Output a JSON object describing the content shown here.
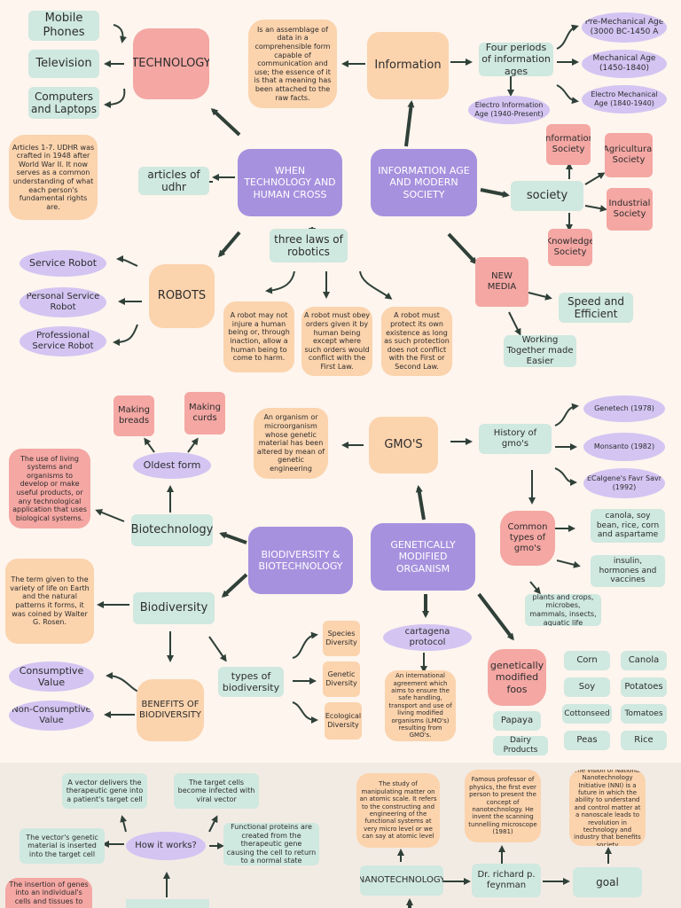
{
  "sections": {
    "technology_cross": {
      "center": "WHEN TECHNOLOGY AND HUMAN CROSS",
      "technology": {
        "label": "TECHNOLOGY",
        "items": [
          "Mobile Phones",
          "Television",
          "Computers and Laptops"
        ]
      },
      "udhr": {
        "label": "articles of udhr",
        "description": "Articles 1-7. UDHR was crafted in 1948 after World War II. It now serves as a common understanding of what each person's fundamental rights are."
      },
      "robotics_laws": {
        "label": "three laws of robotics",
        "laws": [
          "A robot may not injure a human being or, through inaction, allow a human being to come to harm.",
          "A robot must obey orders given it by human being except where such orders would conflict with the First Law.",
          "A robot must protect its own existence as long as such protection does not conflict with the First or Second Law."
        ]
      },
      "robots": {
        "label": "ROBOTS",
        "types": [
          "Service Robot",
          "Personal Service Robot",
          "Professional Service Robot"
        ]
      }
    },
    "information_age": {
      "center": "INFORMATION AGE AND MODERN SOCIETY",
      "information": {
        "label": "Information",
        "definition": "Is an assemblage of data in a comprehensible form capable of communication and use; the essence of it is that a meaning has been attached to the raw facts."
      },
      "periods": {
        "label": "Four periods of information ages",
        "items": [
          "Pre-Mechanical Age (3000 BC-1450 A",
          "Mechanical Age (1450-1840)",
          "Electro Mechanical Age (1840-1940)",
          "Electro Information Age (1940-Present)"
        ]
      },
      "society": {
        "label": "society",
        "items": [
          "Information Society",
          "Agricultural Society",
          "Industrial Society",
          "Knowledge Society"
        ]
      },
      "new_media": {
        "label": "NEW MEDIA",
        "items": [
          "Speed and Efficient",
          "Working Together made Easier"
        ]
      }
    },
    "biodiversity": {
      "center": "BIODIVERSITY & BIOTECHNOLOGY",
      "biotechnology": {
        "label": "Biotechnology",
        "definition": "The use of living systems and organisms to develop or make useful products, or any technological application that uses biological systems.",
        "oldest_form": "Oldest form",
        "examples": [
          "Making breads",
          "Making curds"
        ]
      },
      "biodiversity_node": {
        "label": "Biodiversity",
        "definition": "The term given to the variety of life on Earth and the natural patterns it forms, it was coined by Walter G. Rosen."
      },
      "benefits": {
        "label": "BENEFITS OF BIODIVERSITY",
        "items": [
          "Consumptive Value",
          "Non-Consumptive Value"
        ]
      },
      "types": {
        "label": "types of biodiversity",
        "items": [
          "Species Diversity",
          "Genetic Diversity",
          "Ecological Diversity"
        ]
      }
    },
    "gmo": {
      "center": "GENETICALLY MODIFIED ORGANISM",
      "gmos": {
        "label": "GMO'S",
        "definition": "An organism or microorganism whose genetic material has been altered by mean of genetic engineering"
      },
      "history": {
        "label": "History of gmo's",
        "items": [
          "Genetech (1978)",
          "Monsanto (1982)",
          "ECalgene's Favr Savr (1992)"
        ]
      },
      "common_types": {
        "label": "Common types of gmo's",
        "items": [
          "canola, soy bean, rice, corn and aspartame",
          "insulin, hormones and vaccines",
          "plants and crops, microbes, mammals, insects, aquatic life"
        ]
      },
      "cartagena": {
        "label": "cartagena protocol",
        "description": "An international agreement which aims to ensure the safe handling, transport and use of living modified organisms (LMO's) resulting from GMO's."
      },
      "foods": {
        "label": "genetically modified foos",
        "items": [
          "Corn",
          "Canola",
          "Soy",
          "Potatoes",
          "Cottonseed",
          "Tomatoes",
          "Peas",
          "Rice",
          "Papaya",
          "Dairy Products"
        ]
      }
    },
    "gene_therapy": {
      "how": "How it works?",
      "steps": [
        "A vector delivers the therapeutic gene into a patient's target cell",
        "The target cells become infected with viral vector",
        "The vector's genetic material is inserted into the target cell",
        "Functional proteins are created from the therapeutic gene causing the cell to return to a normal state",
        "The insertion of genes into an individual's cells and tissues to"
      ]
    },
    "nanotechnology": {
      "label": "NANOTECHNOLOGY",
      "definition": "The study of manipulating matter on an atomic scale. It refers to the constructing and engineering of the functional systems at very micro level or we can say at atomic level",
      "feynman": {
        "label": "Dr. richard p. feynman",
        "description": "Famous professor of physics, the first ever person to present the concept of nanotechnology. He invent the scanning tunnelling microscope (1981)"
      },
      "goal": {
        "label": "goal",
        "description": "The vision of National Nanotechnology Initiative (NNI) is a future in which the ability to understand and control matter at a nanoscale leads to revolution in technology and industry that benefits society"
      }
    }
  },
  "colors": {
    "background": "#fdf5ee",
    "band": "#f2ebe4",
    "pink": "#f4a7a3",
    "peach": "#fbd3ad",
    "mint": "#cfe8e0",
    "lavender": "#d3c4f2",
    "purple": "#a691de",
    "arrow": "#2f4038"
  }
}
